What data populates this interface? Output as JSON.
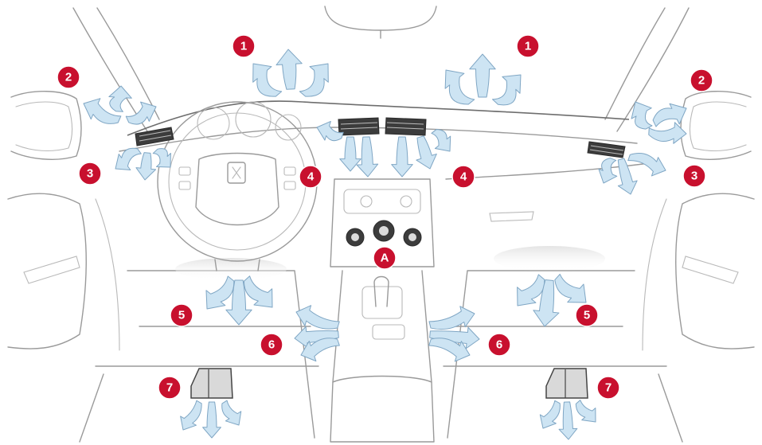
{
  "colors": {
    "badge": "#c8102e",
    "badge_text": "#ffffff",
    "airflow": "#cde4f3",
    "outline": "#9a9a9a",
    "vent": "#3c3c3c"
  },
  "markers": [
    {
      "id": "marker-1-left",
      "label": "1"
    },
    {
      "id": "marker-1-right",
      "label": "1"
    },
    {
      "id": "marker-2-left",
      "label": "2"
    },
    {
      "id": "marker-2-right",
      "label": "2"
    },
    {
      "id": "marker-3-left",
      "label": "3"
    },
    {
      "id": "marker-3-right",
      "label": "3"
    },
    {
      "id": "marker-4-left",
      "label": "4"
    },
    {
      "id": "marker-4-right",
      "label": "4"
    },
    {
      "id": "marker-a",
      "label": "A"
    },
    {
      "id": "marker-5-left",
      "label": "5"
    },
    {
      "id": "marker-5-right",
      "label": "5"
    },
    {
      "id": "marker-6-left",
      "label": "6"
    },
    {
      "id": "marker-6-right",
      "label": "6"
    },
    {
      "id": "marker-7-left",
      "label": "7"
    },
    {
      "id": "marker-7-right",
      "label": "7"
    }
  ]
}
